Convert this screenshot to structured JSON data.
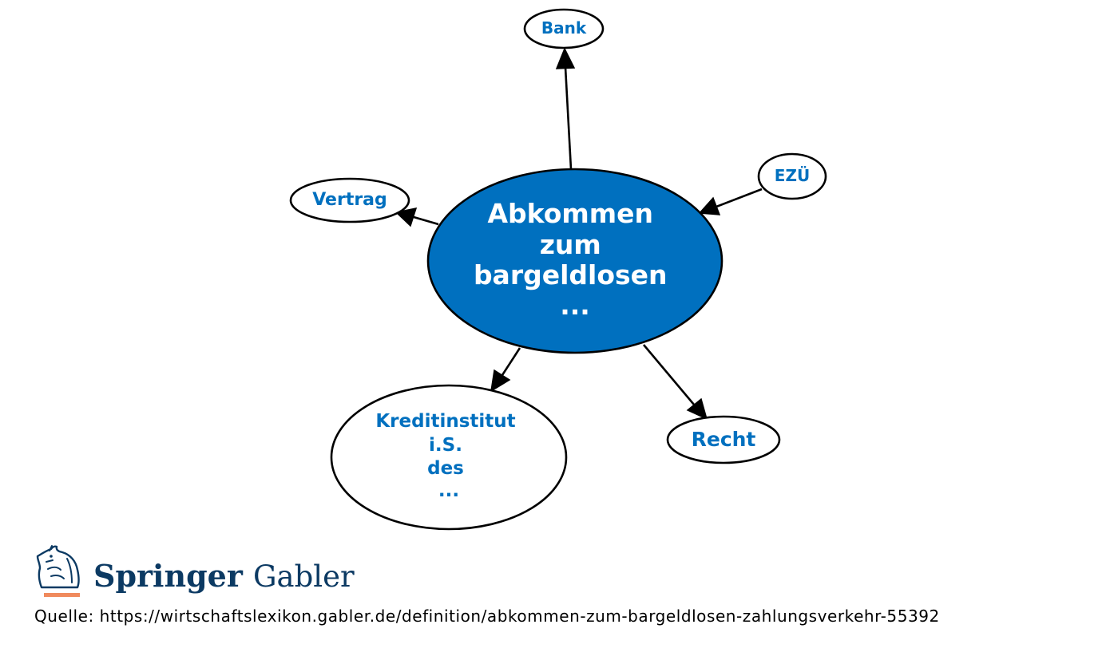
{
  "diagram": {
    "type": "concept-map",
    "colors": {
      "center_fill": "#0070bf",
      "center_text": "#ffffff",
      "node_fill": "#ffffff",
      "node_text": "#0070bf",
      "edge": "#000000"
    },
    "center": {
      "label_lines": [
        "Abkommen",
        "zum",
        "bargeldlosen",
        "..."
      ]
    },
    "nodes": [
      {
        "id": "bank",
        "label_lines": [
          "Bank"
        ]
      },
      {
        "id": "ezu",
        "label_lines": [
          "EZÜ"
        ]
      },
      {
        "id": "vertrag",
        "label_lines": [
          "Vertrag"
        ]
      },
      {
        "id": "kreditinstitut",
        "label_lines": [
          "Kreditinstitut",
          "i.S.",
          "des",
          "..."
        ]
      },
      {
        "id": "recht",
        "label_lines": [
          "Recht"
        ]
      }
    ],
    "edges": [
      {
        "from": "center",
        "to": "bank"
      },
      {
        "from": "ezu",
        "to": "center"
      },
      {
        "from": "center",
        "to": "vertrag"
      },
      {
        "from": "center",
        "to": "kreditinstitut"
      },
      {
        "from": "center",
        "to": "recht"
      }
    ]
  },
  "branding": {
    "logo_icon": "springer-horse-icon",
    "brand_color": "#0c3a63",
    "accent_color": "#f08a5d",
    "name_primary": "Springer",
    "name_secondary": "Gabler"
  },
  "source": {
    "text": "Quelle: https://wirtschaftslexikon.gabler.de/definition/abkommen-zum-bargeldlosen-zahlungsverkehr-55392"
  }
}
